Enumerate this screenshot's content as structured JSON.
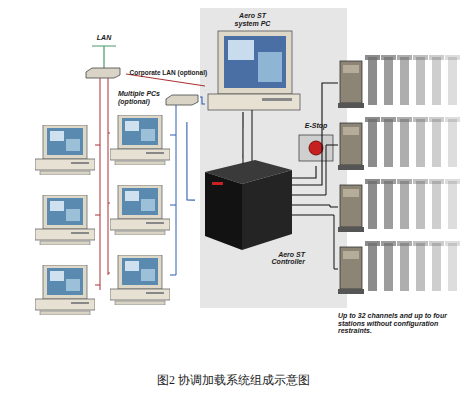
{
  "diagram": {
    "caption": "图2 协调加载系统组成示意图",
    "nodes": [
      {
        "text": [
          "LAN"
        ]
      },
      {
        "text": [
          "Multiple PCs (optional)"
        ]
      },
      {
        "text": [
          "Aero ST system PC"
        ]
      },
      {
        "text": [
          "E-Stop"
        ]
      },
      {
        "text": [
          "Aero ST Controller"
        ]
      },
      {
        "text": [
          "Up to 32 channels and up to four stations without configuration restraints."
        ]
      }
    ],
    "edges": [
      {
        "from": 0,
        "to": 2,
        "arrow": "none",
        "label": "Corporate LAN (optional)"
      },
      {
        "from": 1,
        "to": 2,
        "arrow": "none"
      },
      {
        "from": 1,
        "to": 4,
        "arrow": "none"
      },
      {
        "from": 2,
        "to": 4,
        "arrow": "none"
      },
      {
        "from": 3,
        "to": 4,
        "arrow": "none"
      },
      {
        "from": 4,
        "to": 5,
        "arrow": "none"
      }
    ]
  }
}
